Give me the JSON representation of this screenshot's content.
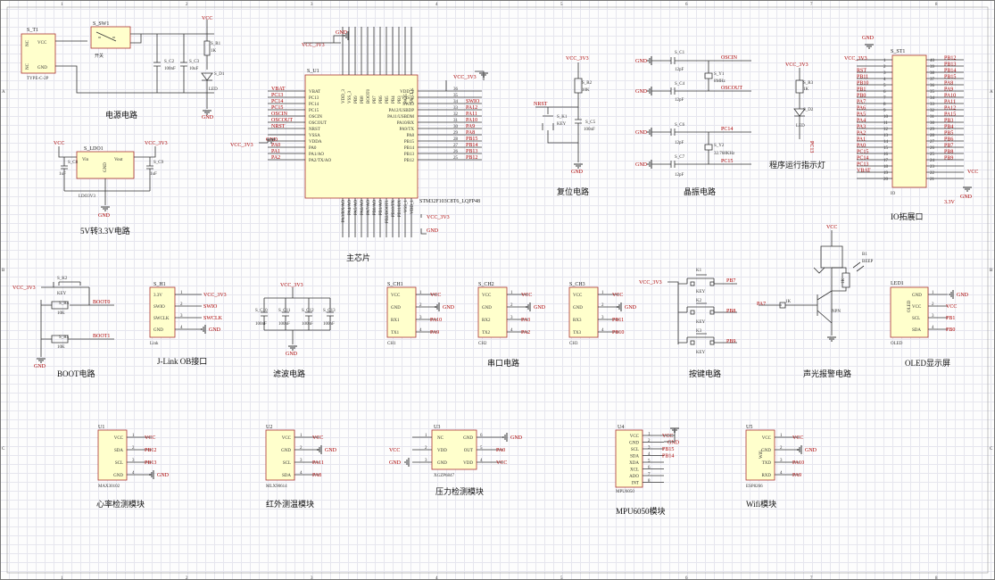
{
  "border": {
    "cols": [
      "1",
      "2",
      "3",
      "4",
      "5",
      "6",
      "7",
      "8"
    ],
    "rows": [
      "A",
      "B",
      "C"
    ]
  },
  "sections": {
    "power": "电源电路",
    "ldo": "5V转3.3V电路",
    "mcu": "主芯片",
    "reset": "复位电路",
    "crystal": "晶振电路",
    "runled": "程序运行指示灯",
    "io": "IO拓展口",
    "boot": "BOOT电路",
    "jlink": "J-Link OB接口",
    "filter": "滤波电路",
    "uart": "串口电路",
    "keys": "按键电路",
    "buzzer": "声光报警电路",
    "oled": "OLED显示屏",
    "heart": "心率检测模块",
    "ir": "红外测温模块",
    "pressure": "压力检测模块",
    "mpu": "MPU6050模块",
    "wifi": "Wifi模块"
  },
  "power": {
    "t1": "S_T1",
    "t1_part": "TYPE-C-2P",
    "t1_vcc": "VCC",
    "t1_gnd": "GND",
    "t1_nc": "NC",
    "sw1": "S_SW1",
    "sw_text": "开关",
    "c2": "S_C2",
    "c2_val": "100nF",
    "c3": "S_C3",
    "c3_val": "10uF",
    "r1": "S_R1",
    "r1_val": "1K",
    "d1": "S_D1",
    "d1_val": "LED",
    "vcc": "VCC",
    "gnd": "GND"
  },
  "ldo": {
    "name": "S_LDO1",
    "part": "LDO3V3",
    "vin": "Vin",
    "vout": "Vout",
    "gnd": "GND",
    "c8": "S_C8",
    "c8_val": "1uF",
    "c9": "S_C9",
    "c9_val": "1uF",
    "vcc": "VCC",
    "v33": "VCC_3V3"
  },
  "mcu": {
    "ref": "S_U1",
    "part": "STM32F103C8T6_LQFP48",
    "left_pins": [
      "VBAT",
      "PC13",
      "PC14",
      "PC15",
      "OSCIN",
      "OSCOUT",
      "NRST",
      "VSSA",
      "VDDA",
      "PA0",
      "PA1/AO",
      "PA2/TX/AO"
    ],
    "left_nets": [
      "VBAT",
      "PC13",
      "PC14",
      "PC15",
      "OSCIN",
      "OSCOUT",
      "NRST",
      "",
      "",
      "PA0",
      "PA1",
      "PA2"
    ],
    "right_pins": [
      "VDD_2",
      "VSS_2",
      "SWIO",
      "PA12/USBDP",
      "PA11/USBDM",
      "PA10/RX",
      "PA9/TX",
      "PA8",
      "PB15",
      "PB14",
      "PB13",
      "PB12"
    ],
    "right_nums": [
      "36",
      "35",
      "34",
      "33",
      "32",
      "31",
      "30",
      "29",
      "28",
      "27",
      "26",
      "25"
    ],
    "right_nets": [
      "",
      "",
      "SWIO",
      "PA12",
      "PA11",
      "PA10",
      "PA9",
      "PA8",
      "PB15",
      "PB14",
      "PB13",
      "PB12"
    ],
    "top_pins": [
      "VDD_3",
      "VSS_3",
      "PB9",
      "PB8",
      "BOOT0",
      "PB7",
      "PB6",
      "PB5",
      "PB4",
      "PB3",
      "PA15",
      "SWCLK"
    ],
    "bottom_pins": [
      "PA3/RX/AO",
      "PA4/AO",
      "PA5/AO",
      "PA6/AO",
      "PA7/AO",
      "PB0/AO",
      "PB1/AO",
      "PB2/BOOT1",
      "PB10/TX",
      "PB11/RX",
      "VSS_1",
      "VDD_1"
    ],
    "gnd": "GND",
    "v33": "VCC_3V3"
  },
  "reset": {
    "r2": "S_R2",
    "r2_val": "10K",
    "k1": "S_K1",
    "k1_val": "KEY",
    "c5": "S_C5",
    "c5_val": "100nF",
    "nrst": "NRST",
    "v33": "VCC_3V3",
    "gnd": "GND"
  },
  "crystal": {
    "c1": "S_C1",
    "c4": "S_C4",
    "c6": "S_C6",
    "c7": "S_C7",
    "cval": "12pF",
    "y1": "S_Y1",
    "y1_val": "8MHz",
    "y2": "S_Y2",
    "y2_val": "32.768KHz",
    "oscin": "OSCIN",
    "oscout": "OSCOUT",
    "pc14": "PC14",
    "pc15": "PC15",
    "gnd": "GND"
  },
  "runled": {
    "r3": "S_R3",
    "r3_val": "1K",
    "d2": "S_D2",
    "d2_val": "LED",
    "net": "PC13",
    "v33": "VCC_3V3"
  },
  "io": {
    "ref": "S_ST1",
    "label": "IO",
    "left_nets": [
      "",
      "",
      "RST",
      "PB11",
      "PB10",
      "PB1",
      "PB0",
      "PA7",
      "PA6",
      "PA5",
      "PA4",
      "PA3",
      "PA2",
      "PA1",
      "PA0",
      "PC15",
      "PC14",
      "PC13",
      "VBAT",
      ""
    ],
    "left_nums": [
      "1",
      "2",
      "3",
      "4",
      "5",
      "6",
      "7",
      "8",
      "9",
      "10",
      "11",
      "12",
      "13",
      "14",
      "15",
      "16",
      "17",
      "18",
      "19",
      "20"
    ],
    "right_nums": [
      "40",
      "39",
      "38",
      "37",
      "36",
      "35",
      "34",
      "33",
      "32",
      "31",
      "30",
      "29",
      "28",
      "27",
      "26",
      "25",
      "24",
      "23",
      "22",
      "21"
    ],
    "right_nets": [
      "PB12",
      "PB13",
      "PB14",
      "PB15",
      "PA8",
      "PA9",
      "PA10",
      "PA11",
      "PA12",
      "PA15",
      "PB3",
      "PB4",
      "PB5",
      "PB6",
      "PB7",
      "PB8",
      "PB9",
      "",
      "",
      ""
    ],
    "v33": "VCC_3V3",
    "gnd": "GND",
    "vcc": "VCC",
    "v33b": "3.3V"
  },
  "boot": {
    "k2": "S_K2",
    "k2_val": "KEY",
    "r4": "S_R4",
    "r4_val": "10K",
    "r5": "S_R5",
    "r5_val": "10K",
    "boot0": "BOOT0",
    "boot1": "BOOT1",
    "v33": "VCC_3V3",
    "gnd": "GND"
  },
  "jlink": {
    "ref": "S_H1",
    "part": "Link",
    "pins": [
      "3.3V",
      "SWIO",
      "SWCLK",
      "GND"
    ],
    "nums": [
      "1",
      "2",
      "3",
      "4"
    ],
    "nets": [
      "VCC_3V3",
      "SWIO",
      "SWCLK",
      "GND"
    ]
  },
  "filter": {
    "caps": [
      "S_C10",
      "S_C11",
      "S_C12",
      "S_C13"
    ],
    "val": "100nF",
    "v33": "VCC_3V3"
  },
  "uart": [
    {
      "ref": "S_CH1",
      "part": "CH1",
      "pins": [
        "VCC",
        "GND",
        "RX1",
        "TX1"
      ],
      "nets": [
        "VCC",
        "GND",
        "PA10",
        "PA9"
      ]
    },
    {
      "ref": "S_CH2",
      "part": "CH2",
      "pins": [
        "VCC",
        "GND",
        "RX2",
        "TX2"
      ],
      "nets": [
        "VCC",
        "GND",
        "PA3",
        "PA2"
      ]
    },
    {
      "ref": "S_CH3",
      "part": "CH3",
      "pins": [
        "VCC",
        "GND",
        "RX3",
        "TX3"
      ],
      "nets": [
        "VCC",
        "GND",
        "PB11",
        "PB10"
      ]
    }
  ],
  "keys": {
    "refs": [
      "K1",
      "K2",
      "K3"
    ],
    "val": "KEY",
    "nets": [
      "PB7",
      "PB8",
      "PB9"
    ],
    "v33": "VCC_3V3"
  },
  "buzzer": {
    "b1": "B1",
    "b1_val": "BEEP",
    "r": "1K",
    "rb": "1K",
    "q": "NPN",
    "net": "PA7",
    "vcc": "VCC"
  },
  "oled": {
    "ref": "LED1",
    "part": "OLED",
    "pins": [
      "GND",
      "VCC",
      "SCL",
      "SDA"
    ],
    "nets": [
      "GND",
      "VCC",
      "PB1",
      "PB0"
    ],
    "label": "OLED"
  },
  "modules": [
    {
      "ref": "U1",
      "part": "MAX30102",
      "pins": [
        "VCC",
        "SDA",
        "SCL",
        "GND"
      ],
      "nets": [
        "VCC",
        "PB12",
        "PB13",
        "GND"
      ]
    },
    {
      "ref": "U2",
      "part": "MLX90614",
      "pins": [
        "VCC",
        "GND",
        "SCL",
        "SDA"
      ],
      "nets": [
        "VCC",
        "GND",
        "PA11",
        "PA8"
      ]
    },
    {
      "ref": "U5",
      "part": "ESP8266",
      "pins": [
        "VCC",
        "GND",
        "TXD",
        "RXD"
      ],
      "nets": [
        "VCC",
        "GND",
        "PA10",
        "PA9"
      ],
      "label": "Wifi"
    }
  ],
  "pressure": {
    "ref": "U3",
    "part": "XGZP6847",
    "left": [
      "NC",
      "VDD",
      "GND"
    ],
    "right": [
      "GND",
      "OUT",
      "VDD"
    ],
    "nets": [
      "GND",
      "PA0",
      "VCC"
    ],
    "lnet": [
      "",
      "VCC",
      "GND"
    ]
  },
  "mpu": {
    "ref": "U4",
    "part": "MPU6050",
    "pins": [
      "VCC",
      "GND",
      "SCL",
      "SDA",
      "XDA",
      "XCL",
      "ADO",
      "INT"
    ],
    "nets": [
      "VCC",
      "GND",
      "PB15",
      "PB14",
      "",
      "",
      "",
      ""
    ]
  }
}
